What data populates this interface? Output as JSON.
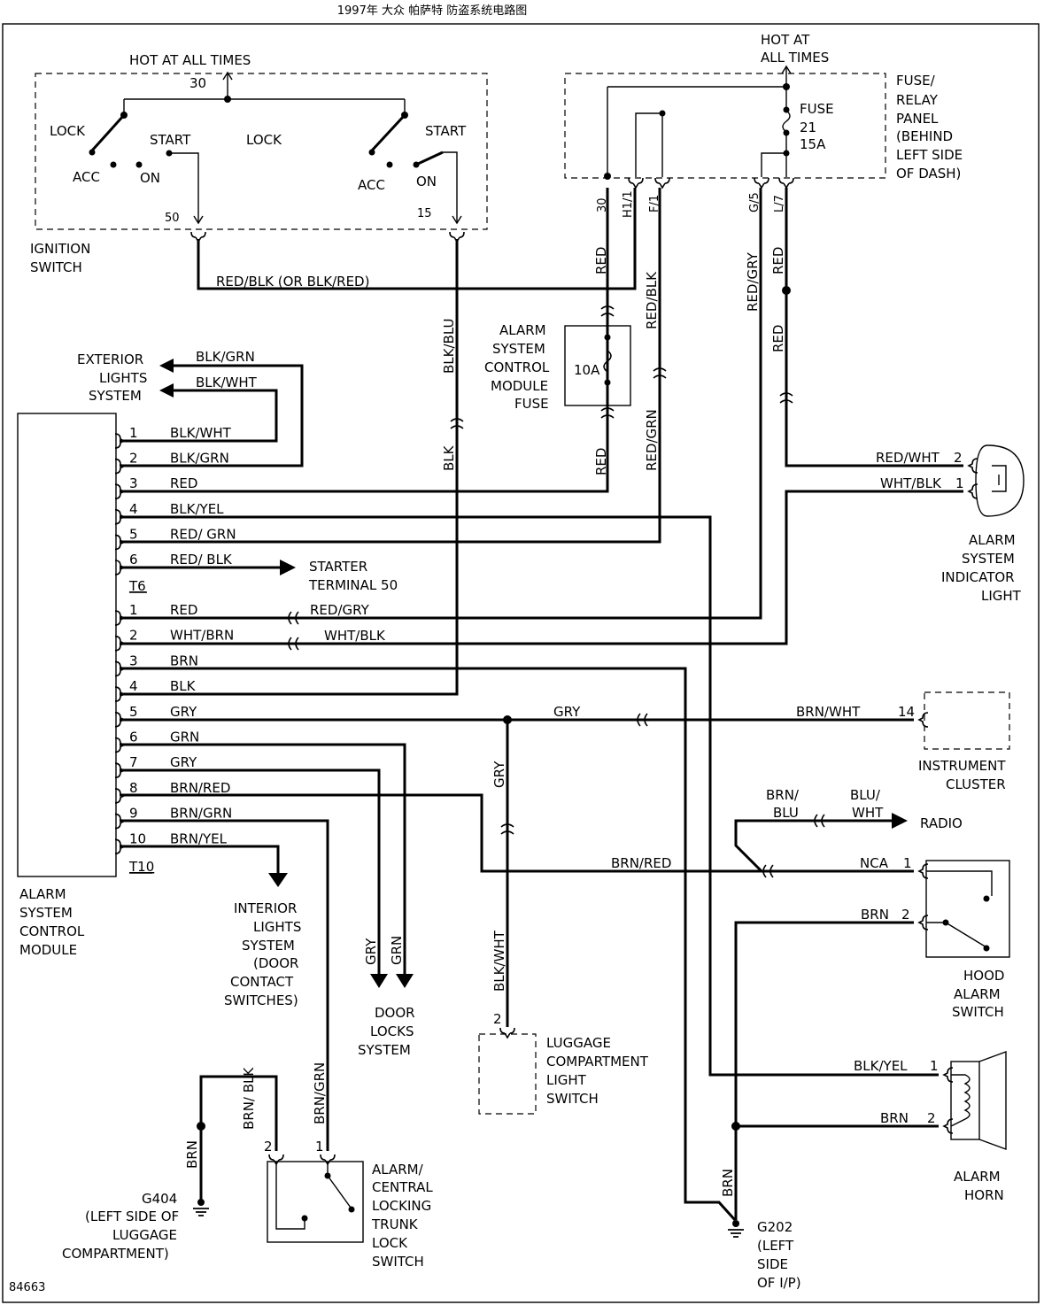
{
  "title": "1997年 大众 帕萨特 防盗系统电路图",
  "figure_id": "84663",
  "ignition": {
    "hot_label": "HOT AT ALL TIMES",
    "t30": "30",
    "lock1": "LOCK",
    "start1": "START",
    "acc1": "ACC",
    "on1": "ON",
    "lock2": "LOCK",
    "start2": "START",
    "acc2": "ACC",
    "on2": "ON",
    "t50": "50",
    "t15": "15",
    "name_l1": "IGNITION",
    "name_l2": "SWITCH"
  },
  "fuse_panel": {
    "hot_l1": "HOT AT",
    "hot_l2": "ALL TIMES",
    "fuse_l1": "FUSE",
    "fuse_l2": "21",
    "fuse_l3": "15A",
    "name": [
      "FUSE/",
      "RELAY",
      "PANEL",
      "(BEHIND",
      "LEFT SIDE",
      "OF DASH)"
    ],
    "pins": [
      "30",
      "H1/1",
      "F/1",
      "G/5",
      "L/7"
    ]
  },
  "alarm_fuse": {
    "rating": "10A",
    "name": [
      "ALARM",
      "SYSTEM",
      "CONTROL",
      "MODULE",
      "FUSE"
    ]
  },
  "wires": {
    "red_blk_or": "RED/BLK (OR BLK/RED)",
    "blk_blu": "BLK/BLU",
    "blk": "BLK",
    "red": "RED",
    "red_blk": "RED/BLK",
    "red_grn": "RED/GRN",
    "red_gry": "RED/GRY",
    "red_wht": "RED/WHT",
    "wht_blk": "WHT/BLK",
    "blk_grn": "BLK/GRN",
    "blk_wht": "BLK/WHT",
    "gry": "GRY",
    "grn": "GRN",
    "brn": "BRN",
    "brn_wht": "BRN/WHT",
    "brn_red": "BRN/RED",
    "brn_grn": "BRN/GRN",
    "blk_yel": "BLK/YEL",
    "brn_blu_l1": "BRN/",
    "brn_blu_l2": "BLU",
    "blu_wht_l1": "BLU/",
    "blu_wht_l2": "WHT",
    "nca": "NCA",
    "brn_blk": "BRN/ BLK",
    "blk_wht2": "BLK/WHT"
  },
  "exterior": [
    "EXTERIOR",
    "LIGHTS",
    "SYSTEM"
  ],
  "module": {
    "name": [
      "ALARM",
      "SYSTEM",
      "CONTROL",
      "MODULE"
    ],
    "conn_a": "T6",
    "conn_b": "T10",
    "t6": [
      {
        "pin": "1",
        "wire": "BLK/WHT"
      },
      {
        "pin": "2",
        "wire": "BLK/GRN"
      },
      {
        "pin": "3",
        "wire": "RED"
      },
      {
        "pin": "4",
        "wire": "BLK/YEL"
      },
      {
        "pin": "5",
        "wire": "RED/ GRN"
      },
      {
        "pin": "6",
        "wire": "RED/ BLK"
      }
    ],
    "t10": [
      {
        "pin": "1",
        "wire": "RED"
      },
      {
        "pin": "2",
        "wire": "WHT/BRN"
      },
      {
        "pin": "3",
        "wire": "BRN"
      },
      {
        "pin": "4",
        "wire": "BLK"
      },
      {
        "pin": "5",
        "wire": "GRY"
      },
      {
        "pin": "6",
        "wire": "GRN"
      },
      {
        "pin": "7",
        "wire": "GRY"
      },
      {
        "pin": "8",
        "wire": "BRN/RED"
      },
      {
        "pin": "9",
        "wire": "BRN/GRN"
      },
      {
        "pin": "10",
        "wire": "BRN/YEL"
      }
    ]
  },
  "starter": [
    "STARTER",
    "TERMINAL 50"
  ],
  "indicator": {
    "pin2": "2",
    "pin1": "1",
    "name": [
      "ALARM",
      "SYSTEM",
      "INDICATOR",
      "LIGHT"
    ]
  },
  "cluster": {
    "pin": "14",
    "name": [
      "INSTRUMENT",
      "CLUSTER"
    ]
  },
  "radio": "RADIO",
  "hood": {
    "pin1": "1",
    "pin2": "2",
    "name": [
      "HOOD",
      "ALARM",
      "SWITCH"
    ]
  },
  "horn": {
    "pin1": "1",
    "pin2": "2",
    "name": [
      "ALARM",
      "HORN"
    ]
  },
  "interior": [
    "INTERIOR",
    "LIGHTS",
    "SYSTEM",
    "(DOOR",
    "CONTACT",
    "SWITCHES)"
  ],
  "door_locks": [
    "DOOR",
    "LOCKS",
    "SYSTEM"
  ],
  "luggage": {
    "pin": "2",
    "name": [
      "LUGGAGE",
      "COMPARTMENT",
      "LIGHT",
      "SWITCH"
    ]
  },
  "trunk": {
    "pin2": "2",
    "pin1": "1",
    "name": [
      "ALARM/",
      "CENTRAL",
      "LOCKING",
      "TRUNK",
      "LOCK",
      "SWITCH"
    ]
  },
  "g404": {
    "id": "G404",
    "loc": [
      "(LEFT SIDE OF",
      "LUGGAGE",
      "COMPARTMENT)"
    ]
  },
  "g202": {
    "id": "G202",
    "loc": [
      "(LEFT",
      "SIDE",
      "OF I/P)"
    ]
  }
}
